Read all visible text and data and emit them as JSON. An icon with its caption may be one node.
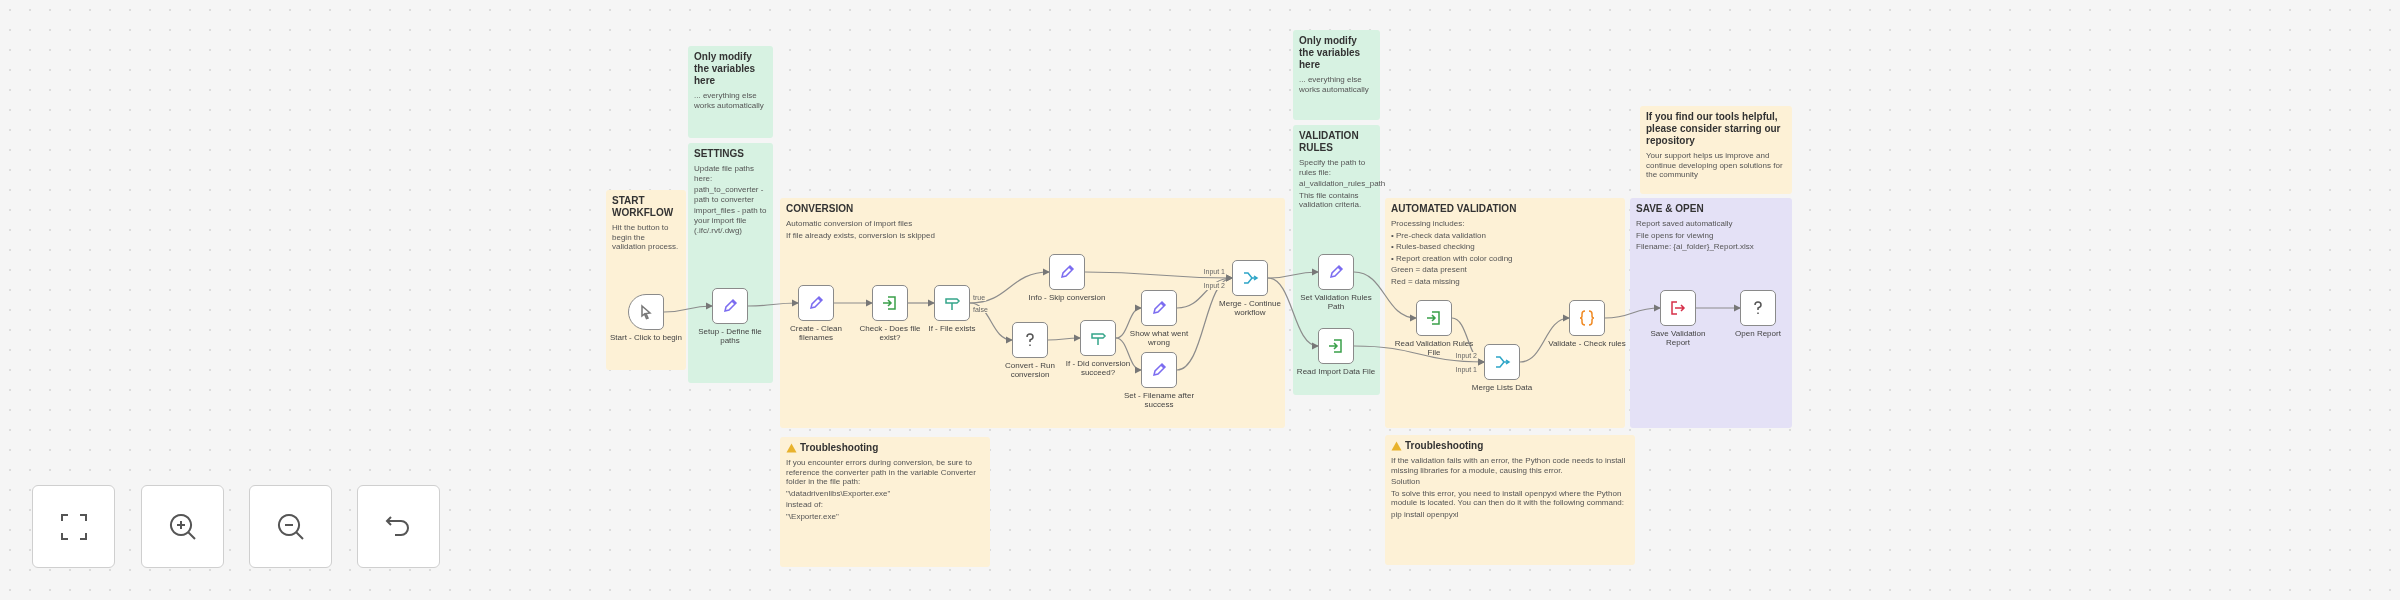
{
  "diagram": {
    "nodes": [
      {
        "text": [
          "START WORKFLOW",
          "Hit the button to begin the validation process."
        ]
      },
      {
        "text": [
          "Only modify the variables here",
          "... everything else works automatically"
        ]
      },
      {
        "text": [
          "SETTINGS",
          "Update file paths here:",
          "path_to_converter - path to converter",
          "import_files - path to your import file (.ifc/.rvt/.dwg)"
        ]
      },
      {
        "text": [
          "CONVERSION",
          "Automatic conversion of import files",
          "If file already exists, conversion is skipped"
        ]
      },
      {
        "text": [
          "Troubleshooting",
          "If you encounter errors during conversion, be sure to reference the converter path in the variable Converter folder in the file path:",
          "\"\\datadrivenlibs\\Exporter.exe\"",
          "instead of:",
          "\"\\Exporter.exe\""
        ]
      },
      {
        "text": [
          "Only modify the variables here",
          "... everything else works automatically"
        ]
      },
      {
        "text": [
          "VALIDATION RULES",
          "Specify the path to rules file:",
          "ai_validation_rules_path",
          "This file contains validation criteria."
        ]
      },
      {
        "text": [
          "If you find our tools helpful, please consider starring our repository",
          "Your support helps us improve and continue developing open solutions for the community"
        ]
      },
      {
        "text": [
          "AUTOMATED VALIDATION",
          "Processing includes:",
          "• Pre-check data validation",
          "• Rules-based checking",
          "• Report creation with color coding",
          "Green = data present",
          "Red = data missing"
        ]
      },
      {
        "text": [
          "SAVE & OPEN",
          "Report saved automatically",
          "File opens for viewing",
          "Filename: {ai_folder}_Report.xlsx"
        ]
      },
      {
        "text": [
          "Troubleshooting",
          "If the validation fails with an error, the Python code needs to install missing libraries for a module, causing this error.",
          "Solution",
          "To solve this error, you need to install openpyxl where the Python module is located. You can then do it with the following command:",
          "pip install openpyxl"
        ]
      },
      {
        "text": [
          "Start - Click to begin"
        ],
        "in": 0
      },
      {
        "text": [
          "Setup - Define file paths"
        ],
        "in": 2
      },
      {
        "text": [
          "Create - Clean filenames"
        ],
        "in": 3
      },
      {
        "text": [
          "Check - Does file exist?"
        ],
        "in": 3
      },
      {
        "text": [
          "If - File exists"
        ],
        "in": 3
      },
      {
        "text": [
          "Info - Skip conversion"
        ],
        "in": 3
      },
      {
        "text": [
          "Convert - Run conversion"
        ],
        "in": 3
      },
      {
        "text": [
          "If - Did conversion succeed?"
        ],
        "in": 3
      },
      {
        "text": [
          "Show what went wrong"
        ],
        "in": 3
      },
      {
        "text": [
          "Set - Filename after success"
        ],
        "in": 3
      },
      {
        "text": [
          "Merge - Continue workflow"
        ],
        "in": 3
      },
      {
        "text": [
          "Set Validation Rules Path"
        ],
        "in": 6
      },
      {
        "text": [
          "Read Import Data File"
        ],
        "in": 6
      },
      {
        "text": [
          "Read Validation Rules File"
        ],
        "in": 8
      },
      {
        "text": [
          "Merge Lists Data"
        ],
        "in": 8
      },
      {
        "text": [
          "Validate - Check rules"
        ],
        "in": 8
      },
      {
        "text": [
          "Save Validation Report"
        ],
        "in": 9
      },
      {
        "text": [
          "Open Report"
        ],
        "in": 9
      }
    ],
    "edges": [
      {
        "from": 11,
        "to": 12,
        "arrow": "to"
      },
      {
        "from": 12,
        "to": 13,
        "arrow": "to"
      },
      {
        "from": 13,
        "to": 14,
        "arrow": "to"
      },
      {
        "from": 14,
        "to": 15,
        "arrow": "to"
      },
      {
        "from": 15,
        "to": 16,
        "arrow": "to",
        "label": "true"
      },
      {
        "from": 15,
        "to": 17,
        "arrow": "to",
        "label": "false"
      },
      {
        "from": 17,
        "to": 18,
        "arrow": "to"
      },
      {
        "from": 18,
        "to": 19,
        "arrow": "to"
      },
      {
        "from": 18,
        "to": 20,
        "arrow": "to"
      },
      {
        "from": 16,
        "to": 21,
        "arrow": "to",
        "label": "Input 1"
      },
      {
        "from": 19,
        "to": 21,
        "arrow": "to",
        "label": "Input 2"
      },
      {
        "from": 20,
        "to": 21,
        "arrow": "to"
      },
      {
        "from": 21,
        "to": 22,
        "arrow": "to"
      },
      {
        "from": 21,
        "to": 23,
        "arrow": "to"
      },
      {
        "from": 22,
        "to": 24,
        "arrow": "to"
      },
      {
        "from": 24,
        "to": 25,
        "arrow": "to",
        "label": "Input 2"
      },
      {
        "from": 23,
        "to": 25,
        "arrow": "to",
        "label": "Input 1"
      },
      {
        "from": 25,
        "to": 26,
        "arrow": "to"
      },
      {
        "from": 26,
        "to": 27,
        "arrow": "to"
      },
      {
        "from": 27,
        "to": 28,
        "arrow": "to"
      }
    ]
  }
}
